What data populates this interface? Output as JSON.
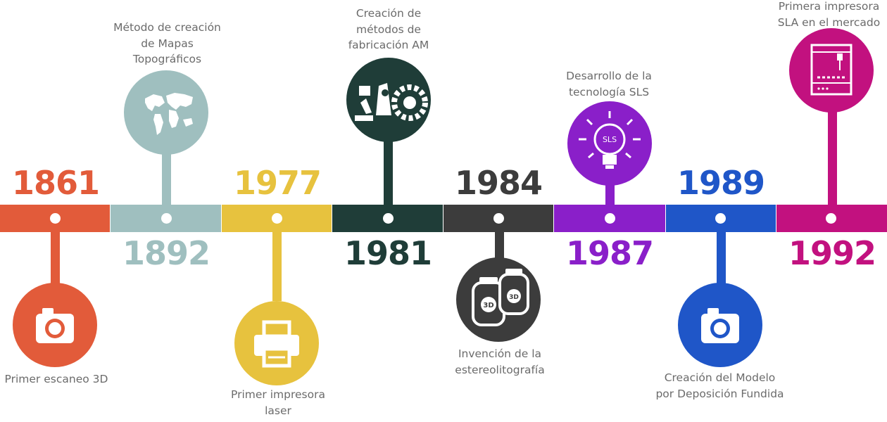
{
  "timeline": [
    {
      "year": "1861",
      "label": "Primer escaneo 3D",
      "color": "#e25b3a",
      "icon": "camera-icon"
    },
    {
      "year": "1892",
      "label": "Método de creación de Mapas Topográficos",
      "color": "#9fbfbf",
      "icon": "world-map-icon"
    },
    {
      "year": "1977",
      "label": "Primer impresora laser",
      "color": "#e7c23e",
      "icon": "printer-icon"
    },
    {
      "year": "1981",
      "label": "Creación de métodos de fabricación AM",
      "color": "#1f3d38",
      "icon": "robot-arm-gear-icon"
    },
    {
      "year": "1984",
      "label": "Invención de la estereolitografía",
      "color": "#3c3c3c",
      "icon": "resin-bottles-3d-icon",
      "icon_text": "3D"
    },
    {
      "year": "1987",
      "label": "Desarrollo de la tecnología SLS",
      "color": "#8a1fc9",
      "icon": "lightbulb-icon",
      "icon_text": "SLS"
    },
    {
      "year": "1989",
      "label": "Creación del Modelo por Deposición Fundida",
      "color": "#1f56c8",
      "icon": "camera-icon"
    },
    {
      "year": "1992",
      "label": "Primera impresora SLA en el mercado",
      "color": "#c2117f",
      "icon": "3d-printer-icon"
    }
  ]
}
